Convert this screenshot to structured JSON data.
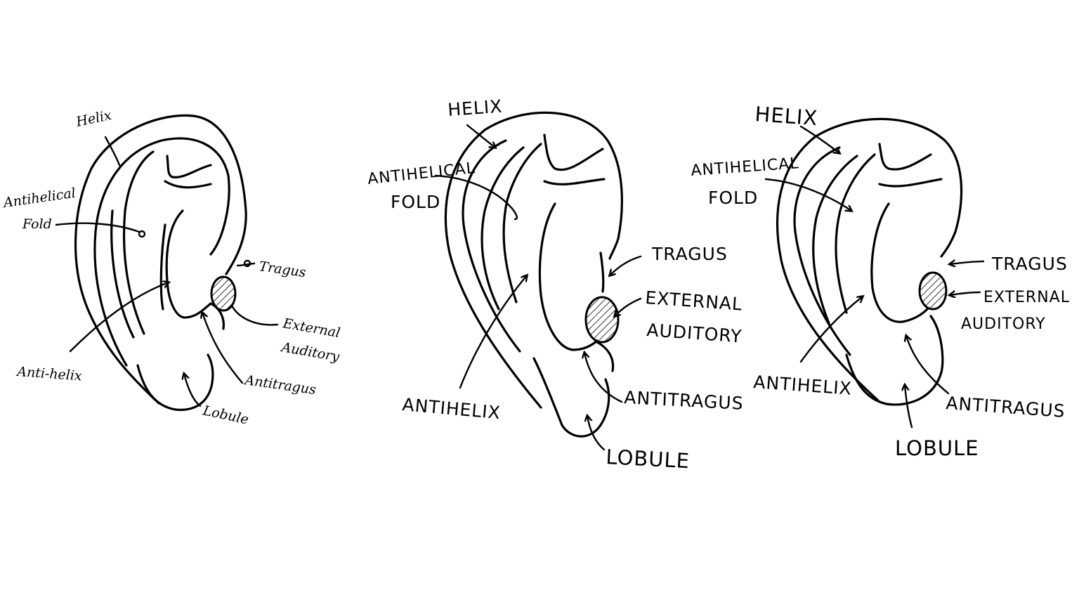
{
  "colors": {
    "ink": "#000000",
    "background": "#ffffff"
  },
  "ears": [
    {
      "labels": {
        "helix": "Helix",
        "antihelical_fold_1": "Antihelical",
        "antihelical_fold_2": "Fold",
        "tragus": "Tragus",
        "external_auditory_1": "External",
        "external_auditory_2": "Auditory",
        "antihelix": "Anti-helix",
        "antitragus": "Antitragus",
        "lobule": "Lobule"
      }
    },
    {
      "labels": {
        "helix": "HELIX",
        "antihelical_fold_1": "ANTIHELICAL",
        "antihelical_fold_2": "FOLD",
        "tragus": "TRAGUS",
        "external_auditory_1": "EXTERNAL",
        "external_auditory_2": "AUDITORY",
        "antihelix": "ANTIHELIX",
        "antitragus": "ANTITRAGUS",
        "lobule": "LOBULE"
      }
    },
    {
      "labels": {
        "helix": "HELIX",
        "antihelical_fold_1": "ANTIHELICAL",
        "antihelical_fold_2": "FOLD",
        "tragus": "TRAGUS",
        "external_auditory_1": "EXTERNAL",
        "external_auditory_2": "AUDITORY",
        "antihelix": "ANTIHELIX",
        "antitragus": "ANTITRAGUS",
        "lobule": "LOBULE"
      }
    }
  ]
}
